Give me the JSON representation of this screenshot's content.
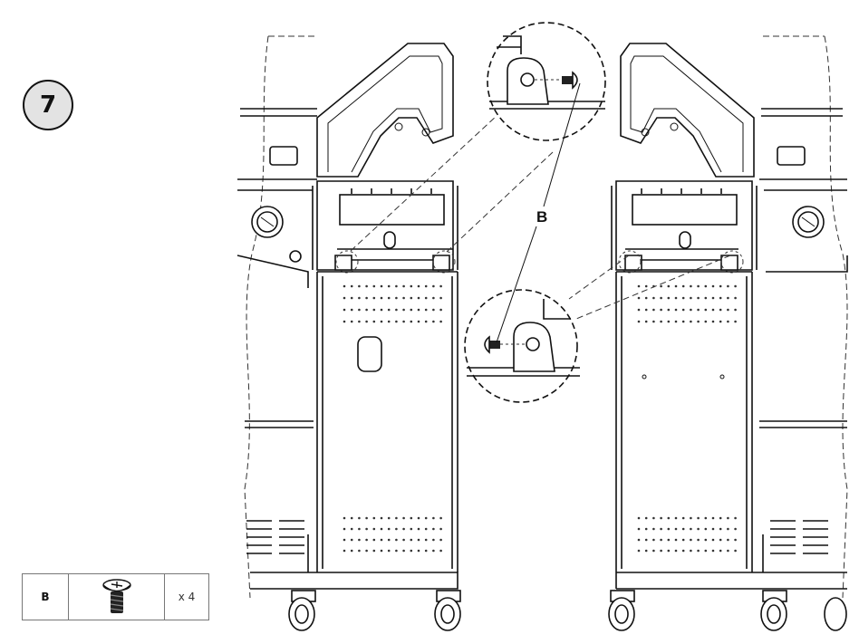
{
  "step": {
    "number": "7"
  },
  "diagram": {
    "callout_label": "B"
  },
  "parts_list": [
    {
      "letter": "B",
      "icon": "screw-icon",
      "quantity": "x 4"
    }
  ],
  "colors": {
    "line": "#111111",
    "badge_fill": "#e3e3e3",
    "table_border": "#777777"
  }
}
